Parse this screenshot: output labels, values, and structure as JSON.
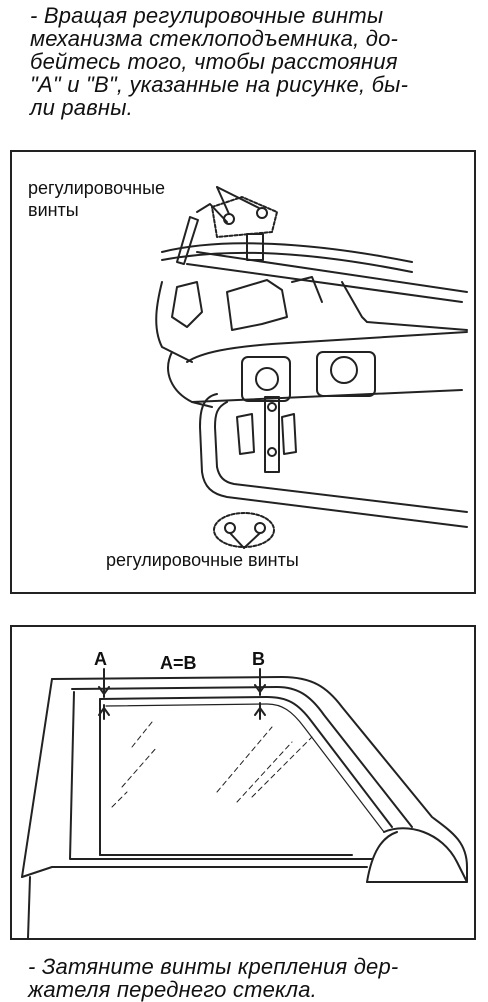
{
  "instructions": {
    "step_1_lines": [
      "- Вращая регулировочные винты",
      "механизма стеклоподъемника, до-",
      "бейтесь того, чтобы расстояния",
      "\"А\" и \"В\", указанные на рисунке, бы-",
      "ли равны."
    ],
    "step_2_lines": [
      "- Затяните винты крепления дер-",
      "жателя переднего стекла."
    ]
  },
  "figure_1": {
    "label_top_line1": "регулировочные",
    "label_top_line2": "винты",
    "label_bottom": "регулировочные винты"
  },
  "figure_2": {
    "label_a": "A",
    "label_equation": "A=B",
    "label_b": "B"
  }
}
